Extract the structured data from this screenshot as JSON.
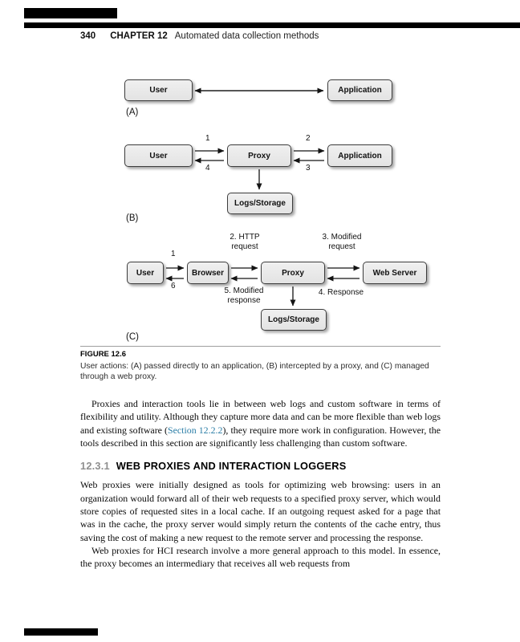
{
  "header": {
    "page_number": "340",
    "chapter_label": "CHAPTER 12",
    "chapter_title": "Automated data collection methods"
  },
  "figure": {
    "label": "FIGURE 12.6",
    "caption": "User actions: (A) passed directly to an application, (B) intercepted by a proxy, and (C) managed through a web proxy.",
    "a": {
      "letter": "(A)",
      "user": "User",
      "application": "Application"
    },
    "b": {
      "letter": "(B)",
      "user": "User",
      "proxy": "Proxy",
      "application": "Application",
      "logs": "Logs/Storage",
      "n1": "1",
      "n2": "2",
      "n3": "3",
      "n4": "4"
    },
    "c": {
      "letter": "(C)",
      "user": "User",
      "browser": "Browser",
      "proxy": "Proxy",
      "web_server": "Web Server",
      "logs": "Logs/Storage",
      "n1": "1",
      "n6": "6",
      "http_request": "2. HTTP\nrequest",
      "modified_request": "3. Modified\nrequest",
      "modified_response": "5. Modified\nresponse",
      "response": "4. Response"
    }
  },
  "body": {
    "para1_before": "Proxies and interaction tools lie in between web logs and custom software in terms of flexibility and utility. Although they capture more data and can be more flexible than web logs and existing software (",
    "para1_link": "Section 12.2.2",
    "para1_after": "), they require more work in configuration. However, the tools described in this section are significantly less challenging than custom software.",
    "section_number": "12.3.1",
    "section_title": "WEB PROXIES AND INTERACTION LOGGERS",
    "para2": "Web proxies were initially designed as tools for optimizing web browsing: users in an organization would forward all of their web requests to a specified proxy server, which would store copies of requested sites in a local cache. If an outgoing request asked for a page that was in the cache, the proxy server would simply return the contents of the cache entry, thus saving the cost of making a new request to the remote server and processing the response.",
    "para3": "Web proxies for HCI research involve a more general approach to this model. In essence, the proxy becomes an intermediary that receives all web requests from"
  },
  "colors": {
    "link": "#2a7da6",
    "section_number": "#8f8f8f",
    "box_fill": "#e9e9e9",
    "accent_bar": "#000000"
  }
}
